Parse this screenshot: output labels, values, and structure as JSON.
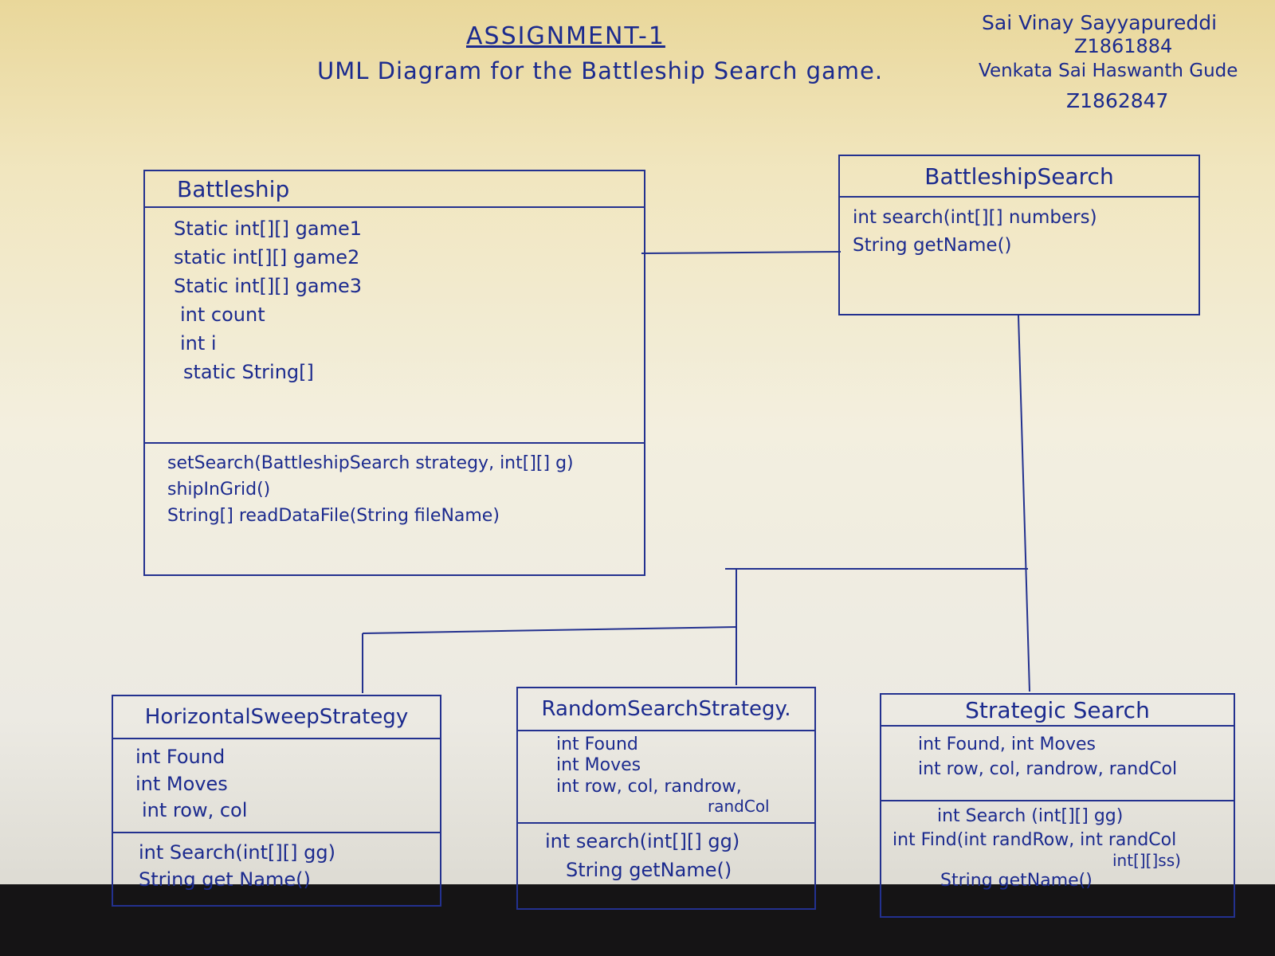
{
  "header": {
    "title": "ASSIGNMENT-1",
    "subtitle": "UML Diagram for the Battleship Search game.",
    "authors": [
      "Sai Vinay Sayyapureddi",
      "Z1861884",
      "Venkata Sai Haswanth Gude",
      "Z1862847"
    ]
  },
  "classes": {
    "battleship": {
      "name": "Battleship",
      "attributes": [
        "Static int[][] game1",
        "static int[][] game2",
        "Static int[][] game3",
        "int count",
        "int i",
        "static String[]"
      ],
      "methods": [
        "setSearch(BattleshipSearch strategy, int[][] g)",
        "shipInGrid()",
        "String[] readDataFile(String fileName)"
      ]
    },
    "battleship_search": {
      "name": "BattleshipSearch",
      "methods": [
        "int search(int[][] numbers)",
        "String getName()"
      ]
    },
    "horizontal_sweep": {
      "name": "HorizontalSweepStrategy",
      "attributes": [
        "int Found",
        "int Moves",
        "int row, col"
      ],
      "methods": [
        "int Search(int[][] gg)",
        "String get Name()"
      ]
    },
    "random_search": {
      "name": "RandomSearchStrategy.",
      "attributes": [
        "int Found",
        "int Moves",
        "int row, col, randrow,",
        "randCol"
      ],
      "methods": [
        "int search(int[][] gg)",
        "String getName()"
      ]
    },
    "strategic_search": {
      "name": "Strategic Search",
      "attributes": [
        "int Found, int Moves",
        "int row, col, randrow, randCol"
      ],
      "methods": [
        "int Search (int[][] gg)",
        "int Find(int randRow, int randCol",
        "int[][]ss)",
        "String getName()"
      ]
    }
  },
  "colors": {
    "ink": "#1b2a8e",
    "paper": "#f1ecd9"
  }
}
